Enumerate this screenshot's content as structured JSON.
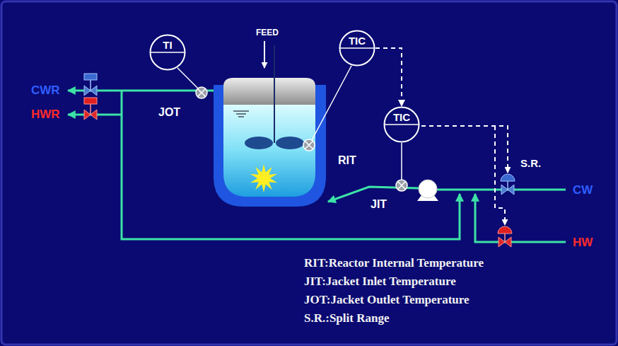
{
  "diagram": {
    "nodes": [
      {
        "text": [
          "TI"
        ]
      },
      {
        "text": [
          "TIC"
        ]
      },
      {
        "text": [
          "TIC"
        ]
      }
    ],
    "edges": [
      {
        "from": 1,
        "to": 2,
        "arrow": "to"
      }
    ],
    "labels": [
      "FEED",
      "CWR",
      "HWR",
      "JOT",
      "RIT",
      "JIT",
      "S.R.",
      "CW",
      "HW",
      "RIT:Reactor Internal Temperature",
      "JIT:Jacket Inlet Temperature",
      "JOT:Jacket Outlet Temperature",
      "S.R.:Split Range"
    ]
  }
}
